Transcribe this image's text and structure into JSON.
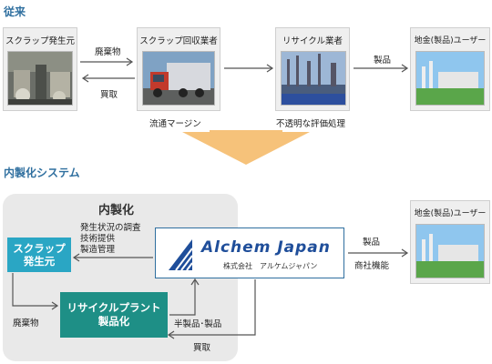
{
  "section_before": {
    "title": "従来"
  },
  "section_after": {
    "title": "内製化システム"
  },
  "before": {
    "nodes": [
      {
        "label": "スクラップ発生元"
      },
      {
        "label": "スクラップ回収業者"
      },
      {
        "label": "リサイクル業者"
      },
      {
        "label": "地金(製品)ユーザー"
      }
    ],
    "arrow_labels": {
      "waste": "廃棄物",
      "buy": "買取",
      "product": "製品"
    },
    "captions": {
      "margin": "流通マージン",
      "opaque": "不透明な評価処理"
    }
  },
  "after": {
    "panel_title": "内製化",
    "source_box": "スクラップ\n発生元",
    "plant_box": "リサイクルプラント\n製品化",
    "services": [
      "発生状況の調査",
      "技術提供",
      "製造管理"
    ],
    "waste_label": "廃棄物",
    "semi_label": "半製品･製品",
    "buy_label": "買取",
    "product_label": "製品",
    "trading_label": "商社機能",
    "company": {
      "name_en": "Alchem Japan",
      "name_jp": "株式会社　アルケムジャパン"
    },
    "user_label": "地金(製品)ユーザー"
  },
  "colors": {
    "accent": "#2f6f9f",
    "teal_light": "#2aa6c4",
    "teal_dark": "#1e8f86",
    "logo_blue": "#1f4e9a"
  }
}
